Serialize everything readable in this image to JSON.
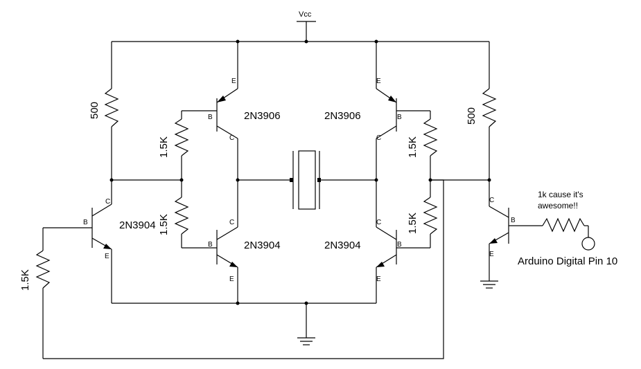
{
  "power": {
    "vcc_label": "Vcc"
  },
  "transistors": {
    "q_pnp_left": {
      "part": "2N3906",
      "pins": {
        "e": "E",
        "b": "B",
        "c": "C"
      }
    },
    "q_pnp_right": {
      "part": "2N3906",
      "pins": {
        "e": "E",
        "b": "B",
        "c": "C"
      }
    },
    "q_npn_left": {
      "part": "2N3904",
      "pins": {
        "e": "E",
        "b": "B",
        "c": "C"
      }
    },
    "q_npn_right": {
      "part": "2N3904",
      "pins": {
        "e": "E",
        "b": "B",
        "c": "C"
      }
    },
    "q_npn_far_left": {
      "part": "2N3904",
      "pins": {
        "e": "E",
        "b": "B",
        "c": "C"
      }
    },
    "q_npn_far_right": {
      "pins": {
        "e": "E",
        "b": "B",
        "c": "C"
      }
    }
  },
  "resistors": {
    "r_left_500": "500",
    "r_right_500": "500",
    "r_left_upper": "1.5K",
    "r_left_lower": "1.5K",
    "r_right_upper": "1.5K",
    "r_right_lower": "1.5K",
    "r_far_left": "1.5K"
  },
  "annotations": {
    "note_line1": "1k cause it's",
    "note_line2": "awesome!!",
    "arduino_pin": "Arduino Digital Pin 10"
  }
}
